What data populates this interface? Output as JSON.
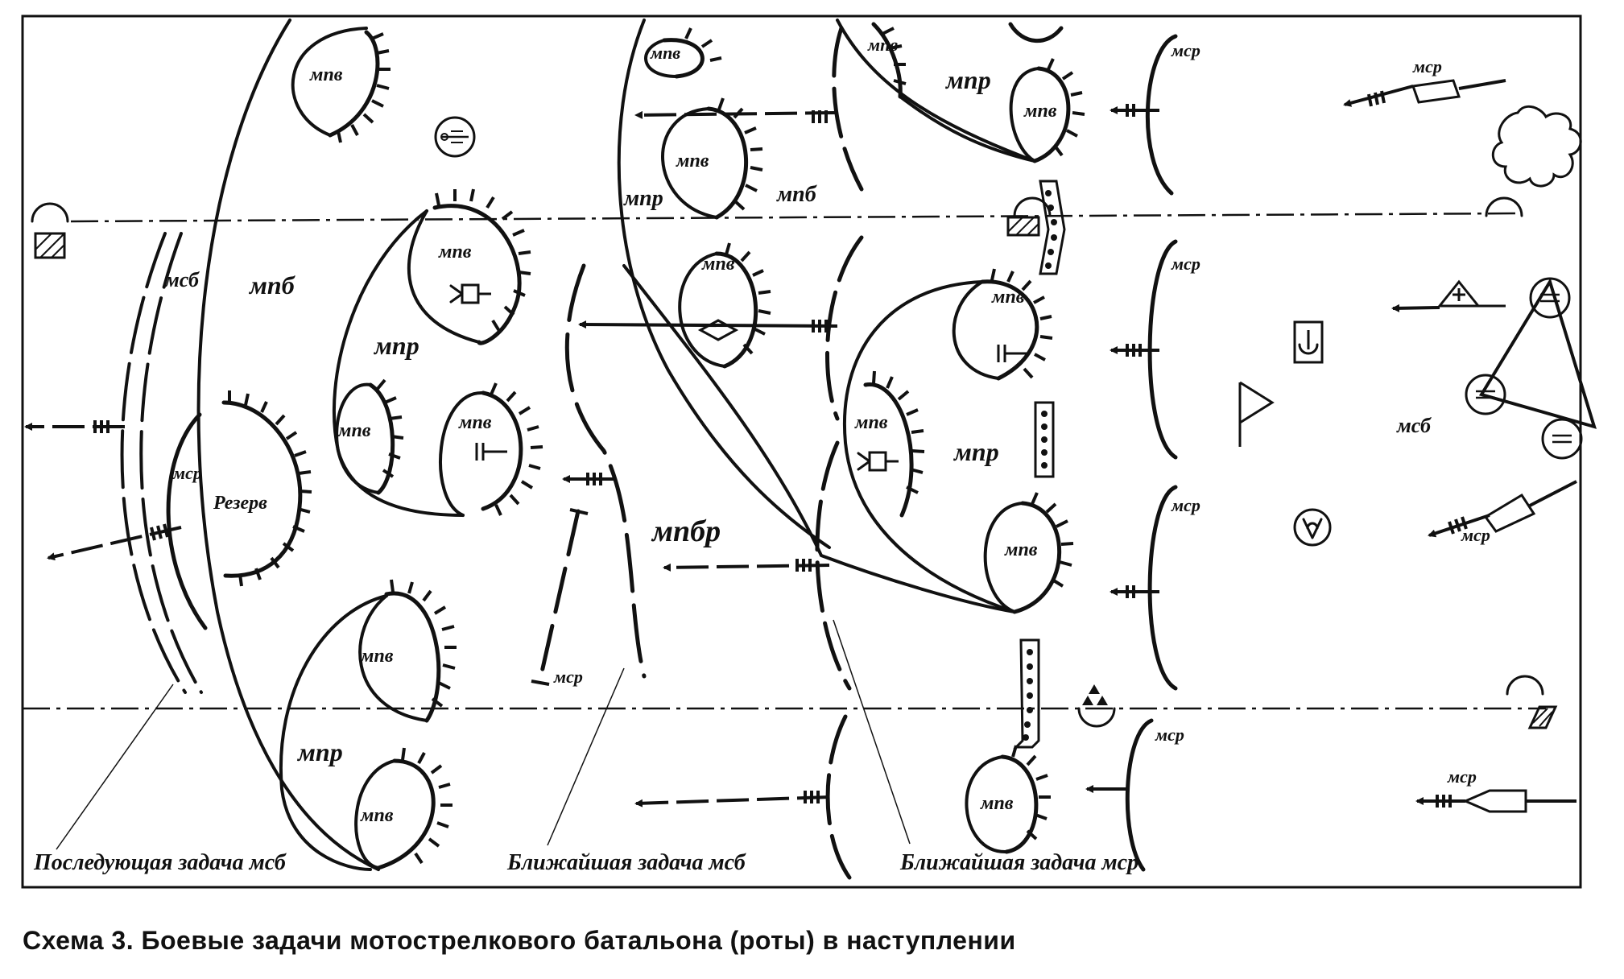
{
  "caption": "Схема 3. Боевые задачи мотострелкового батальона (роты) в наступлении",
  "labels": {
    "mpv": "мпв",
    "mpr": "мпр",
    "mpb": "мпб",
    "msb": "мсб",
    "msr": "мср",
    "mpbr": "мпбр",
    "reserve": "Резерв"
  },
  "tasks": {
    "subsequent_msb": "Последующая задача мсб",
    "immediate_msb": "Ближайшая задача мсб",
    "immediate_msr": "Ближайшая задача мср"
  },
  "colors": {
    "ink": "#111111",
    "paper": "#ffffff"
  }
}
